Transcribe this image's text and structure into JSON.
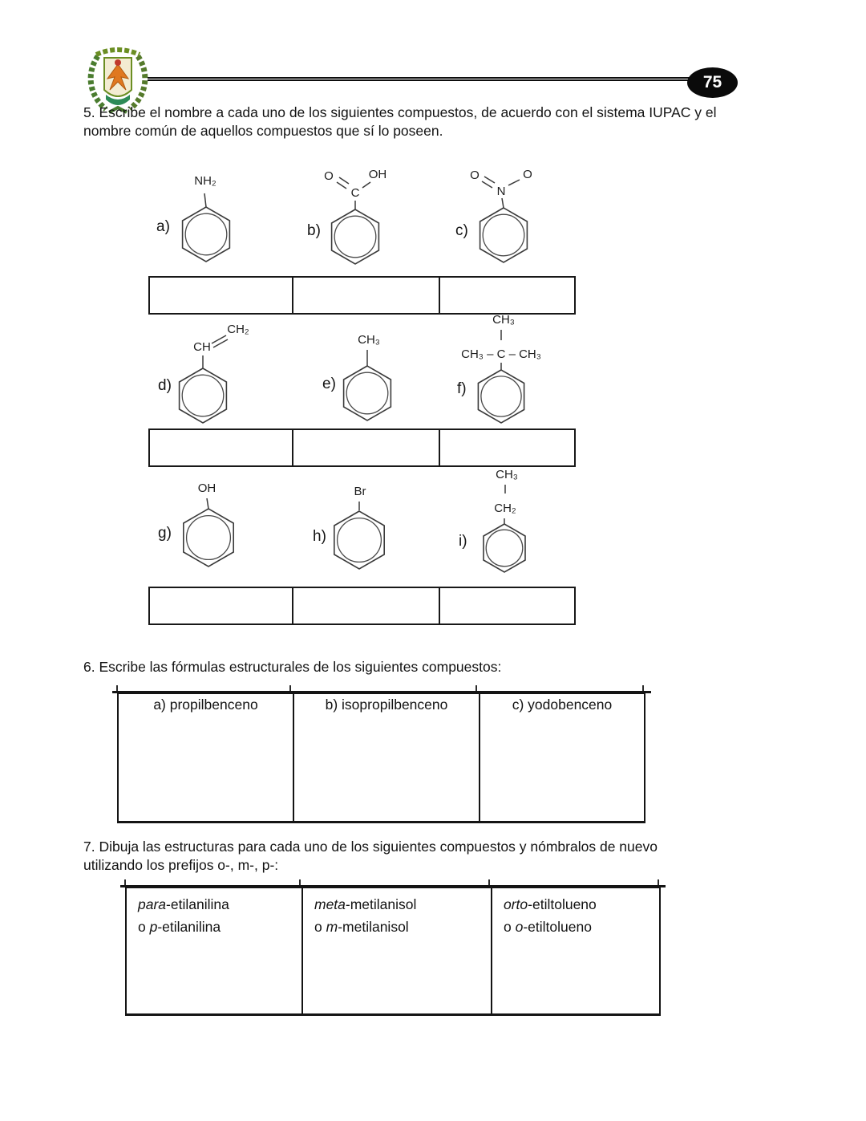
{
  "header": {
    "page_number": "75"
  },
  "exercise5": {
    "instruction": "5. Escribe el nombre a cada uno de los siguientes compuestos, de acuerdo con el sistema IUPAC y el nombre común de aquellos compuestos que sí lo poseen.",
    "compounds": [
      {
        "label": "a)",
        "nh2": "NH₂"
      },
      {
        "label": "b)",
        "o": "O",
        "c": "C",
        "oh": "OH"
      },
      {
        "label": "c)",
        "o_left": "O",
        "n": "N",
        "o_right": "O"
      },
      {
        "label": "d)",
        "ch": "CH",
        "ch2": "CH₂"
      },
      {
        "label": "e)",
        "ch3": "CH₃"
      },
      {
        "label": "f)",
        "top": "CH₃",
        "middle": "CH₃ – C – CH₃"
      },
      {
        "label": "g)",
        "oh": "OH"
      },
      {
        "label": "h)",
        "br": "Br"
      },
      {
        "label": "i)",
        "ch3": "CH₃",
        "ch2": "CH₂"
      }
    ]
  },
  "exercise6": {
    "instruction": "6. Escribe las fórmulas estructurales de los siguientes compuestos:",
    "columns": [
      "a) propilbenceno",
      "b) isopropilbenceno",
      "c) yodobenceno"
    ]
  },
  "exercise7": {
    "instruction_line1": "7. Dibuja las estructuras para cada uno de los siguientes compuestos y nómbralos de nuevo",
    "instruction_line2": "utilizando los prefijos o-, m-, p-:",
    "cells": [
      {
        "l1_italic": "para",
        "l1_rest": "-etilanilina",
        "l2_pre": "o ",
        "l2_italic": "p",
        "l2_rest": "-etilanilina"
      },
      {
        "l1_italic": "meta",
        "l1_rest": "-metilanisol",
        "l2_pre": "o ",
        "l2_italic": "m",
        "l2_rest": "-metilanisol"
      },
      {
        "l1_italic": "orto",
        "l1_rest": "-etiltolueno",
        "l2_pre": "o ",
        "l2_italic": "o",
        "l2_rest": "-etiltolueno"
      }
    ]
  }
}
